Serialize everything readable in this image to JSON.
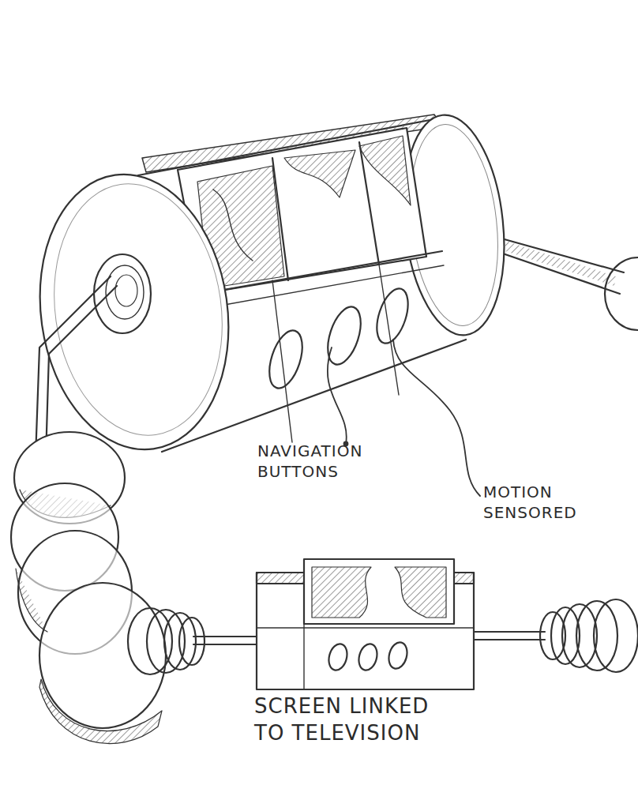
{
  "diagram": {
    "labels": [
      "NAVIGATION BUTTONS",
      "MOTION SENSORED",
      "SCREEN LINKED TO TELEVISION"
    ]
  }
}
